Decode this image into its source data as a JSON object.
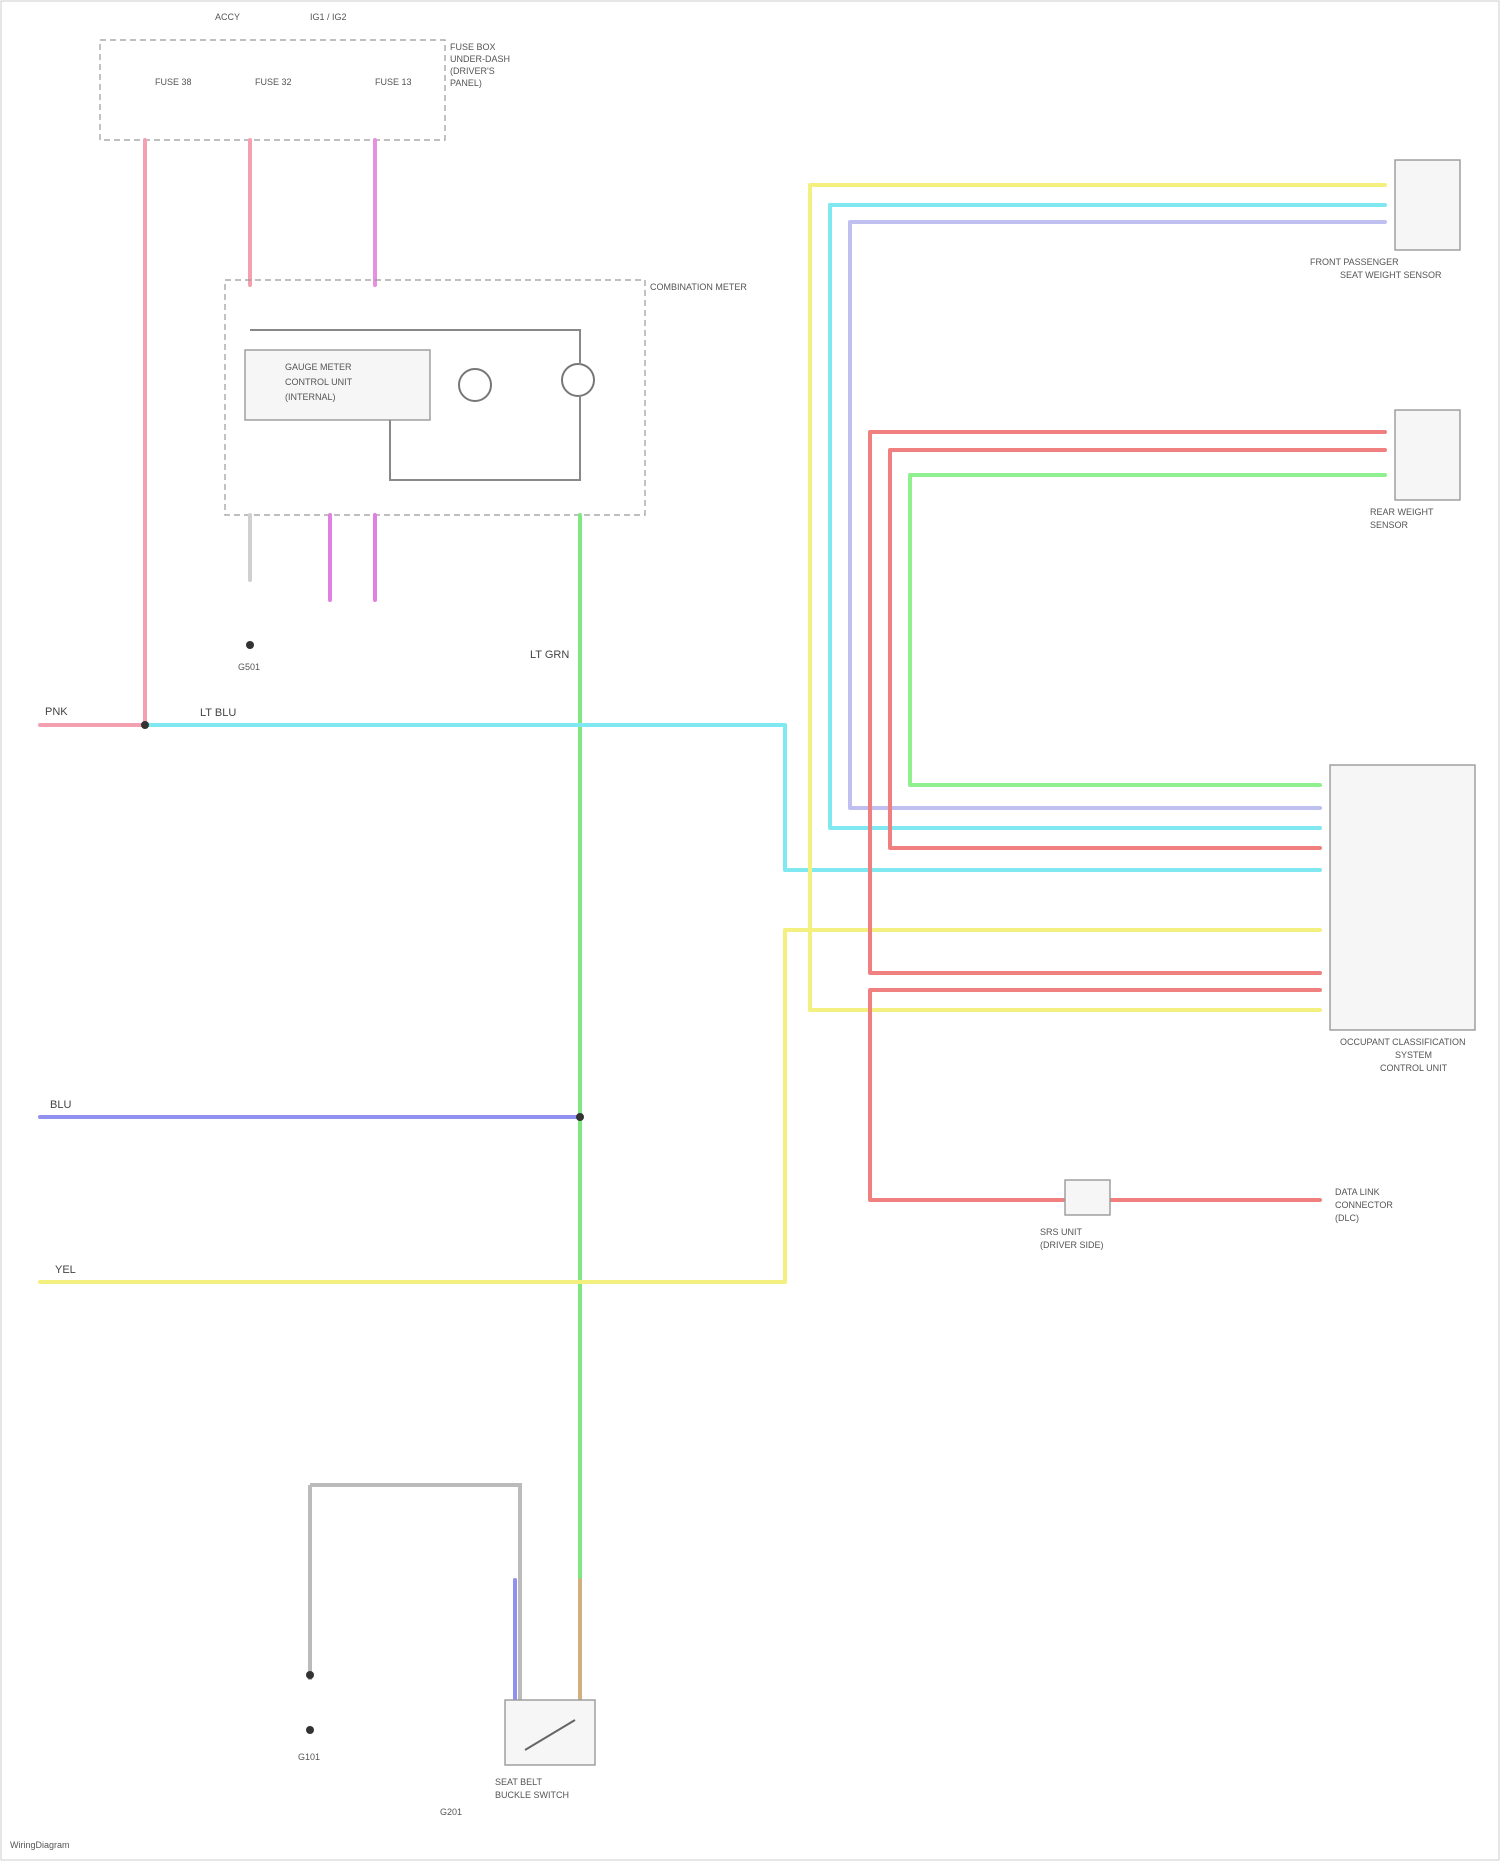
{
  "fuse_box": {
    "top_left": "ACCY",
    "top_right": "IG1 / IG2",
    "title_lines": [
      "FUSE BOX",
      "UNDER-DASH",
      "(DRIVER'S",
      "PANEL)"
    ],
    "fuses": [
      "FUSE 38",
      "FUSE 32",
      "FUSE 13"
    ]
  },
  "wire_labels": {
    "pink_left": "PNK",
    "cyan_top": "LT BLU",
    "blue_left": "BLU",
    "yellow_left": "YEL",
    "green_mid": "LT GRN"
  },
  "combination_meter": {
    "title": "COMBINATION METER",
    "control_unit": [
      "GAUGE METER",
      "CONTROL UNIT",
      "(INTERNAL)"
    ]
  },
  "components": {
    "c1": [
      "FRONT PASSENGER",
      "SEAT WEIGHT SENSOR"
    ],
    "c2": [
      "REAR WEIGHT",
      "SENSOR"
    ],
    "c3": [
      "OCCUPANT CLASSIFICATION",
      "SYSTEM",
      "CONTROL UNIT"
    ],
    "c4": [
      "SRS UNIT",
      "(DRIVER SIDE)"
    ],
    "c5": [
      "DATA LINK",
      "CONNECTOR",
      "(DLC)"
    ],
    "c6": [
      "SEAT BELT",
      "BUCKLE SWITCH"
    ]
  },
  "grounds": [
    "G501",
    "G101",
    "G201"
  ],
  "footer": "WiringDiagram"
}
